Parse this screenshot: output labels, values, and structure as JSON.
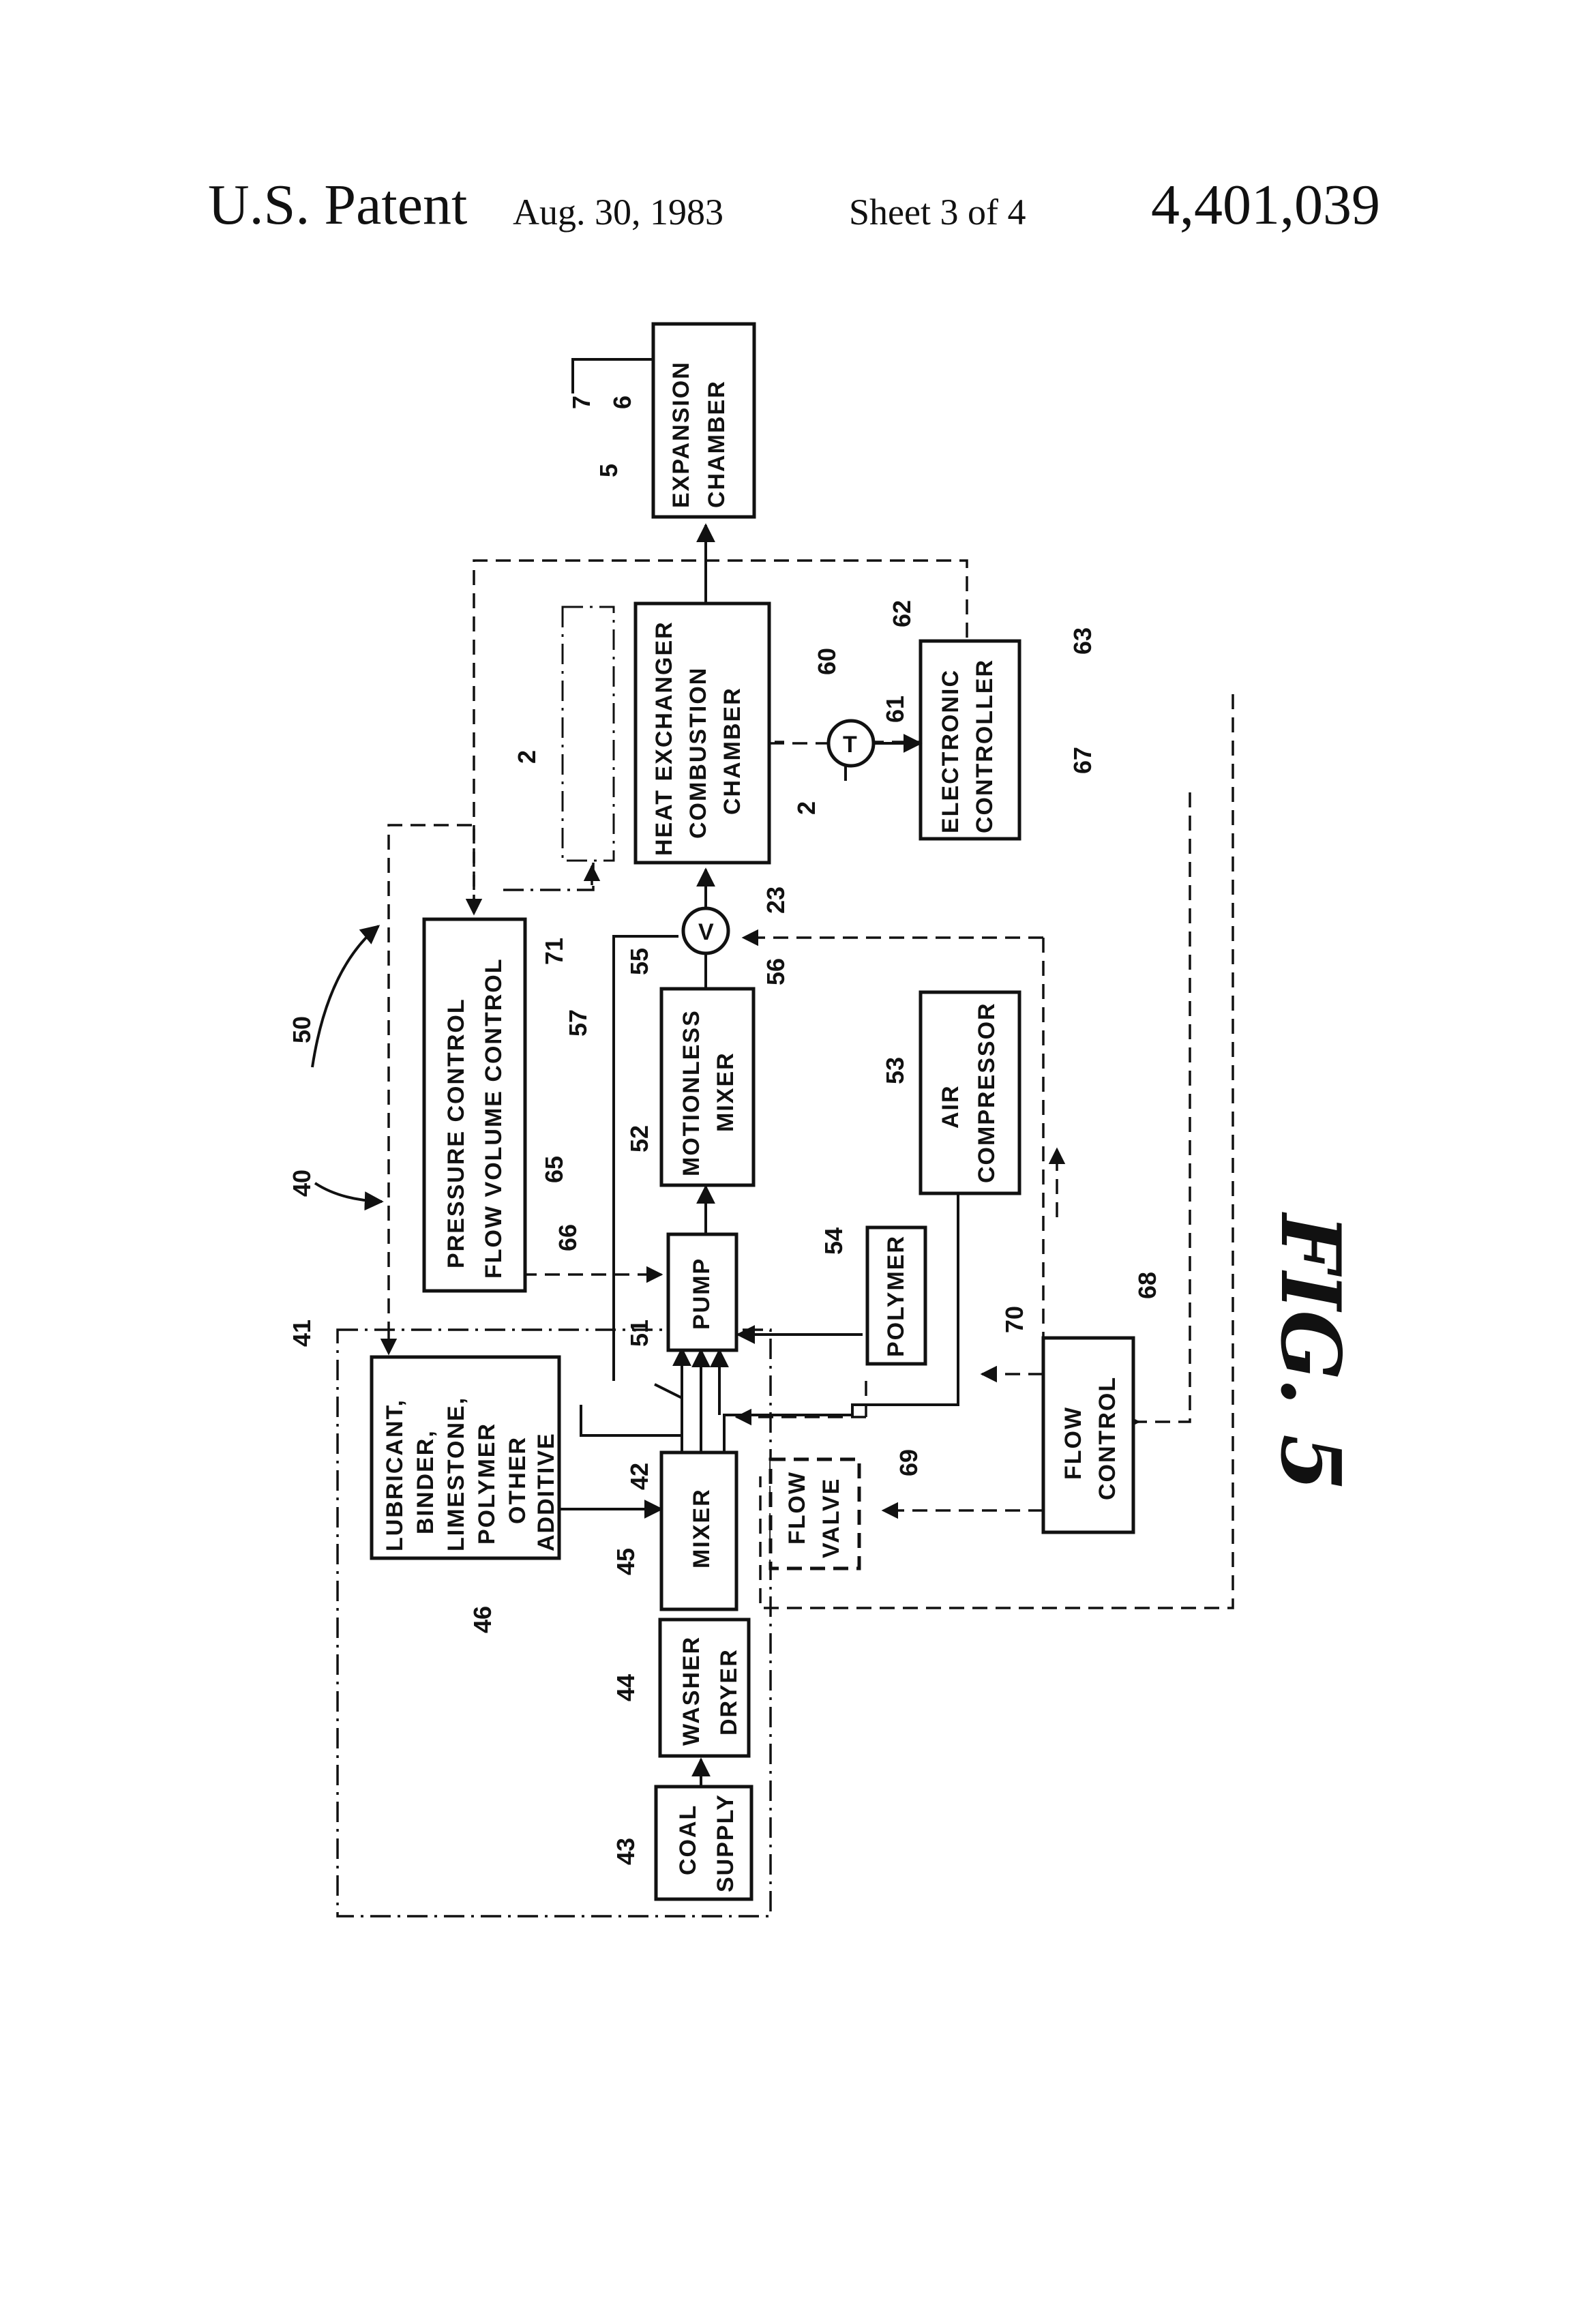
{
  "header": {
    "title": "U.S. Patent",
    "date": "Aug. 30, 1983",
    "sheet": "Sheet 3 of 4",
    "patent_number": "4,401,039"
  },
  "figure_label": "FIG. 5",
  "boxes": {
    "expansion_chamber": [
      "EXPANSION",
      "CHAMBER"
    ],
    "heat_exchanger": [
      "HEAT EXCHANGER",
      "COMBUSTION",
      "CHAMBER"
    ],
    "electronic_controller": [
      "ELECTRONIC",
      "CONTROLLER"
    ],
    "pressure_control": [
      "PRESSURE CONTROL",
      "FLOW VOLUME CONTROL"
    ],
    "motionless_mixer": [
      "MOTIONLESS",
      "MIXER"
    ],
    "air_compressor": [
      "AIR",
      "COMPRESSOR"
    ],
    "pump": [
      "PUMP"
    ],
    "polymer": [
      "POLYMER"
    ],
    "flow_control": [
      "FLOW",
      "CONTROL"
    ],
    "additives": [
      "LUBRICANT,",
      "BINDER,",
      "LIMESTONE,",
      "POLYMER",
      "OTHER",
      "ADDITIVE"
    ],
    "mixer": [
      "MIXER"
    ],
    "flow_valve": [
      "FLOW",
      "VALVE"
    ],
    "washer_dryer": [
      "WASHER",
      "DRYER"
    ],
    "coal_supply": [
      "COAL",
      "SUPPLY"
    ],
    "valve_symbol": "V",
    "temp_symbol": "T"
  },
  "refs": {
    "r5": "5",
    "r6": "6",
    "r7": "7",
    "r2a": "2",
    "r2b": "2",
    "r60": "60",
    "r61": "61",
    "r62": "62",
    "r63": "63",
    "r67": "67",
    "r23": "23",
    "r71": "71",
    "r50": "50",
    "r40": "40",
    "r65": "65",
    "r66": "66",
    "r55": "55",
    "r56": "56",
    "r57": "57",
    "r52": "52",
    "r53": "53",
    "r54": "54",
    "r51": "51",
    "r41": "41",
    "r42": "42",
    "r45": "45",
    "r46": "46",
    "r44": "44",
    "r43": "43",
    "r68": "68",
    "r69": "69",
    "r70": "70"
  }
}
